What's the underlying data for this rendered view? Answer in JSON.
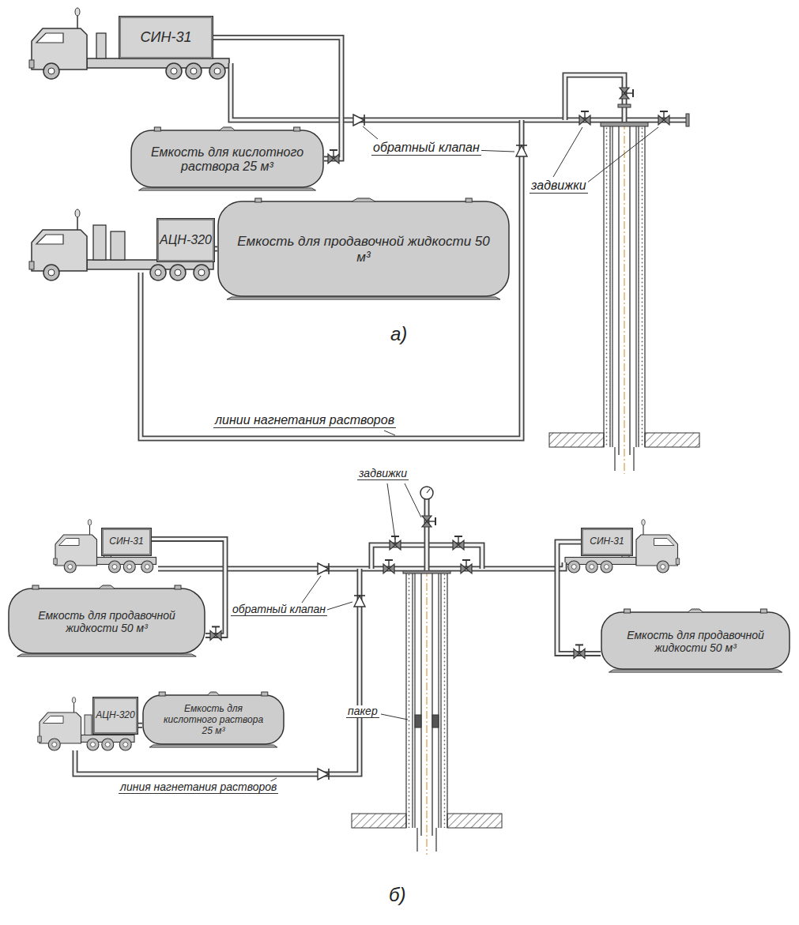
{
  "diagram": {
    "nodes": [
      {
        "text": [
          "СИН-31"
        ]
      },
      {
        "text": [
          "Емкость для кислотного раствора 25 м³"
        ]
      },
      {
        "text": [
          "АЦН-320"
        ]
      },
      {
        "text": [
          "Емкость для продавочной жидкости 50 м³"
        ]
      },
      {
        "text": [
          "СИН-31"
        ]
      },
      {
        "text": [
          "Емкость для продавочной жидкости 50 м³"
        ]
      },
      {
        "text": [
          "АЦН-320"
        ]
      },
      {
        "text": [
          "Емкость для кислотного раствора 25 м³"
        ]
      },
      {
        "text": [
          "СИН-31"
        ]
      },
      {
        "text": [
          "Емкость для продавочной жидкости 50 м³"
        ]
      }
    ],
    "edges": [
      {
        "from": 1,
        "to": 0,
        "arrow": "none"
      },
      {
        "from": 3,
        "to": 2,
        "arrow": "none"
      },
      {
        "from": 5,
        "to": 4,
        "arrow": "none"
      },
      {
        "from": 7,
        "to": 6,
        "arrow": "none"
      },
      {
        "from": 9,
        "to": 8,
        "arrow": "none"
      }
    ],
    "labels": [
      "обратный клапан",
      "задвижки",
      "линии нагнетания растворов",
      "а)",
      "задвижки",
      "обратный клапан",
      "пакер",
      "линия нагнетания растворов",
      "б)"
    ]
  }
}
